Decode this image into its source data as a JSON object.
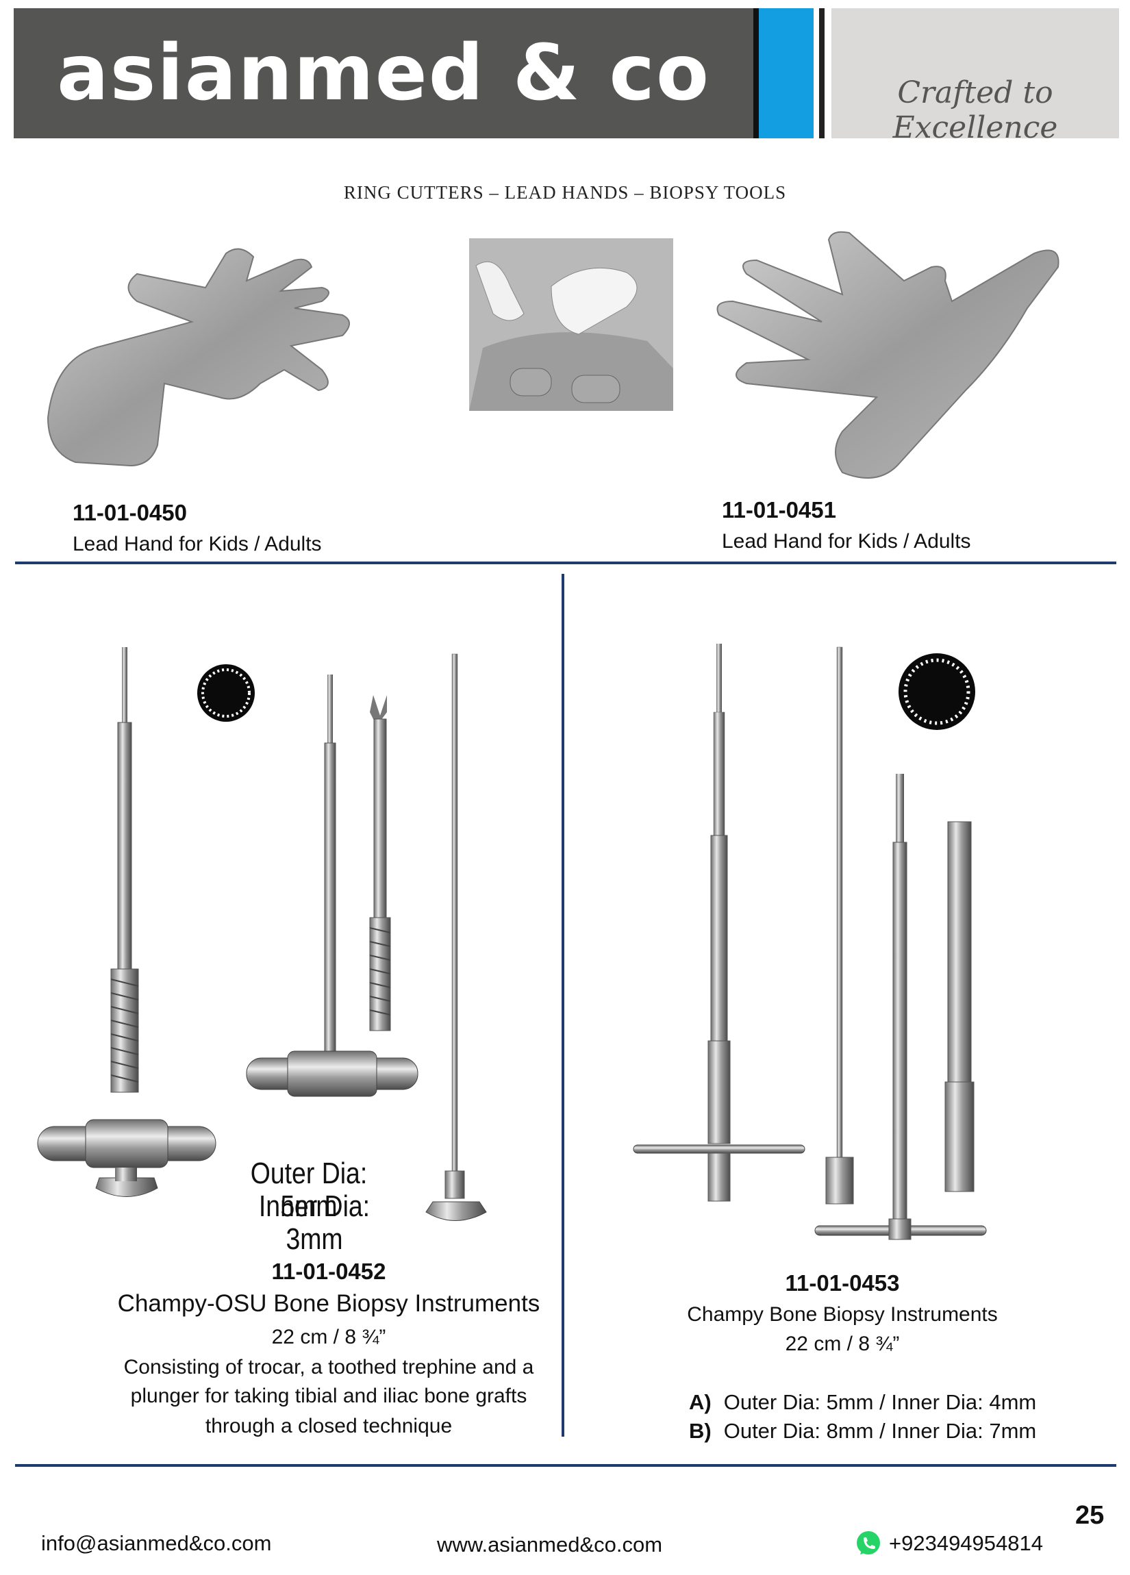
{
  "header": {
    "brand": "asianmed & co",
    "tagline": "Crafted to Excellence"
  },
  "page_heading": "RING CUTTERS – LEAD HANDS – BIOPSY TOOLS",
  "products": [
    {
      "code": "11-01-0450",
      "name": "Lead Hand for Kids / Adults"
    },
    {
      "code": "11-01-0451",
      "name": "Lead Hand for Kids / Adults"
    },
    {
      "code": "11-01-0452",
      "name": "Champy-OSU Bone Biopsy Instruments",
      "size": "22 cm / 8 ¾”",
      "description_lines": [
        "Consisting of trocar, a toothed trephine and a",
        "plunger for taking tibial and iliac bone grafts",
        "through a closed technique"
      ],
      "image_labels": [
        "Outer Dia: 5mm",
        "Inner Dia: 3mm"
      ]
    },
    {
      "code": "11-01-0453",
      "name": "Champy Bone Biopsy Instruments",
      "size": "22 cm / 8 ¾”",
      "variants": [
        {
          "letter": "A)",
          "text": "Outer Dia: 5mm / Inner Dia: 4mm"
        },
        {
          "letter": "B)",
          "text": "Outer Dia: 8mm / Inner Dia: 7mm"
        }
      ]
    }
  ],
  "footer": {
    "email": "info@asianmed&co.com",
    "website": "www.asianmed&co.com",
    "phone": "+923494954814",
    "page_number": "25"
  },
  "colors": {
    "header_dark": "#555654",
    "accent_blue": "#129ee0",
    "rule_navy": "#1e3a6e",
    "whatsapp_green": "#25d366"
  }
}
